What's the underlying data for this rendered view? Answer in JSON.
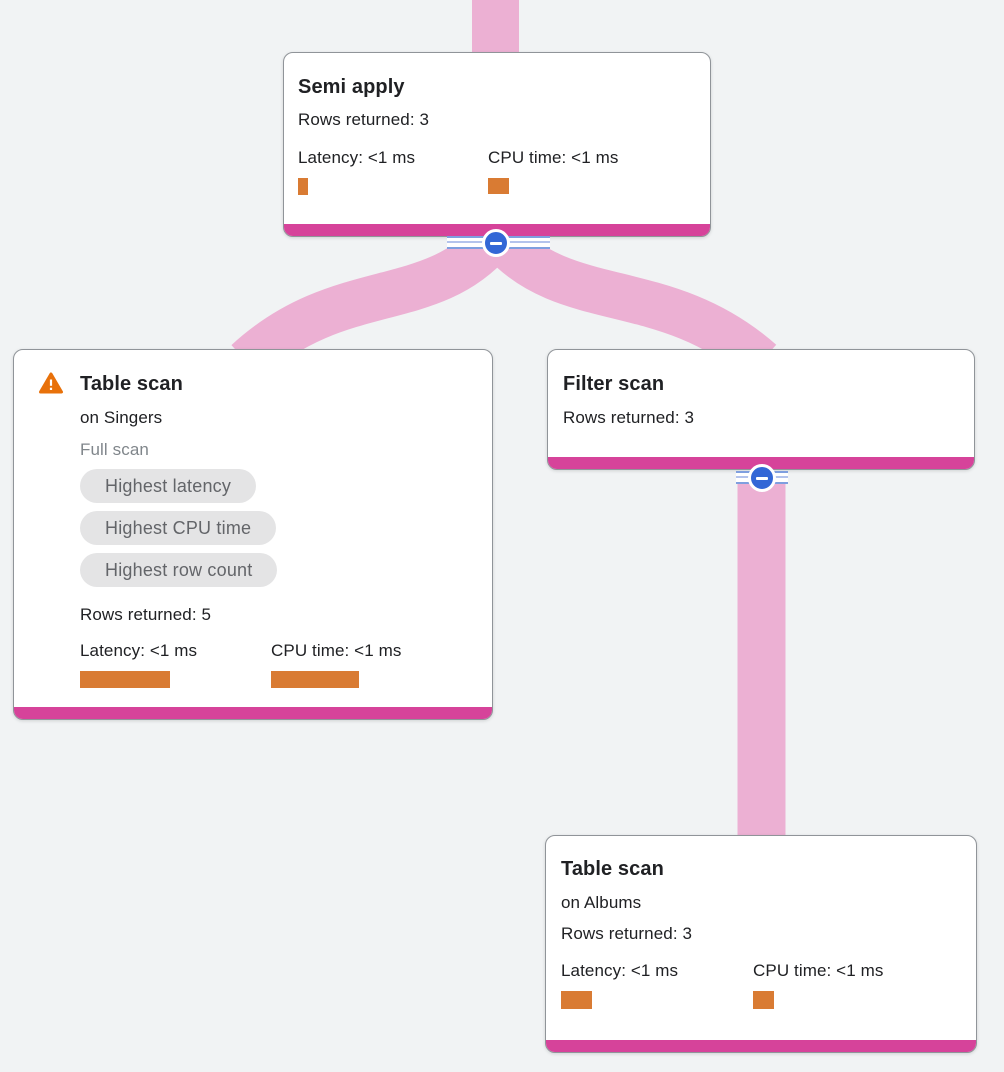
{
  "colors": {
    "background": "#f1f3f4",
    "edge_pink": "#ecb0d3",
    "stripe_magenta": "#d6439a",
    "bar_orange": "#d97b33",
    "chip_bg": "#e4e4e5",
    "chip_text": "#636569",
    "warning_orange": "#e8710a",
    "button_blue": "#3367d6",
    "rail_blue": "#7f9fdf",
    "card_border": "#909499",
    "text_dark": "#202124",
    "text_muted": "#80868b"
  },
  "icons": {
    "warning": "warning-triangle",
    "collapse": "minus-in-circle"
  },
  "nodes": [
    {
      "title": "Semi apply",
      "rows": "Rows returned: 3",
      "latency_label": "Latency: <1 ms",
      "cpu_label": "CPU time: <1 ms",
      "bars": {
        "latency": "width:10px;height:17px",
        "cpu": "width:21px;height:16px"
      }
    },
    {
      "title": "Table scan",
      "subtitle": "on Singers",
      "scan_type": "Full scan",
      "has_warning": true,
      "chips": [
        "Highest latency",
        "Highest CPU time",
        "Highest row count"
      ],
      "rows": "Rows returned: 5",
      "latency_label": "Latency: <1 ms",
      "cpu_label": "CPU time: <1 ms",
      "bars": {
        "latency": "width:90px;height:17px",
        "cpu": "width:88px;height:17px"
      }
    },
    {
      "title": "Filter scan",
      "rows": "Rows returned: 3"
    },
    {
      "title": "Table scan",
      "subtitle": "on Albums",
      "rows": "Rows returned: 3",
      "latency_label": "Latency: <1 ms",
      "cpu_label": "CPU time: <1 ms",
      "bars": {
        "latency": "width:31px;height:18px",
        "cpu": "width:21px;height:18px"
      }
    }
  ]
}
